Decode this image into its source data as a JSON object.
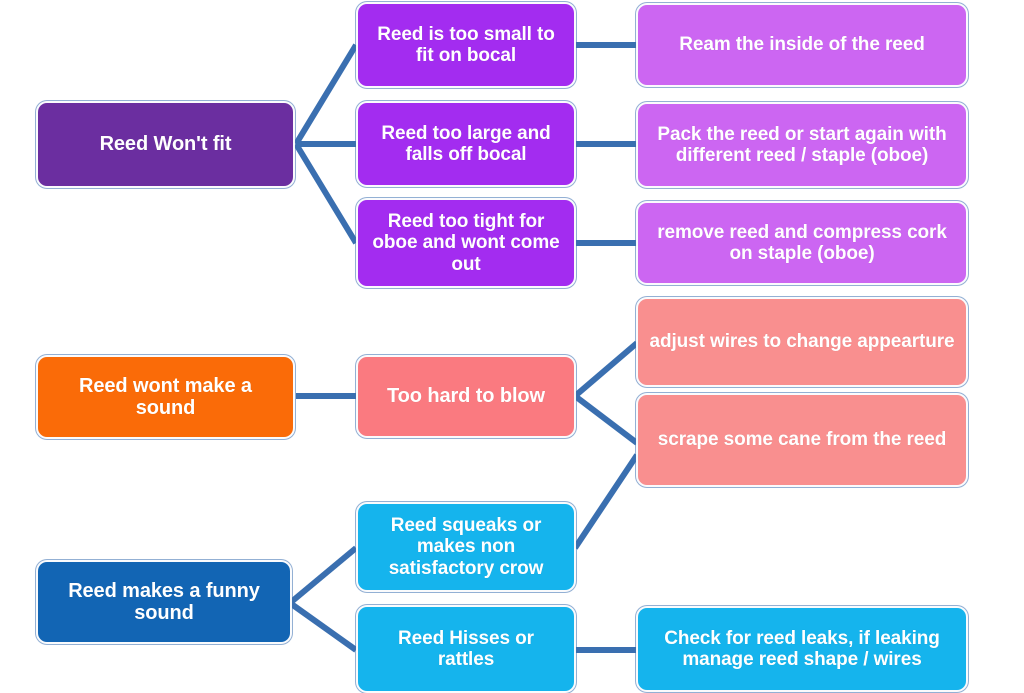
{
  "diagram": {
    "title": "Reed troubleshooting flowchart",
    "type": "flowchart",
    "colors": {
      "purple_dark": "#6B2EA0",
      "purple_mid": "#A32CF0",
      "orchid": "#CC66F2",
      "orange": "#FA6B08",
      "salmon": "#FA7A80",
      "salmon_light": "#F98F8F",
      "blue_dark": "#1265B4",
      "cyan": "#15B4ED",
      "connector": "#3A6FB0",
      "background": "#FFFFFF"
    },
    "branches": [
      {
        "id": "wont-fit",
        "problem": {
          "id": "p1",
          "label": "Reed Won't fit",
          "color": "purple_dark"
        },
        "symptoms": [
          {
            "id": "s1",
            "label": "Reed is too small to fit on bocal",
            "color": "purple_mid",
            "solutions": [
              {
                "id": "a1",
                "label": "Ream the inside of the reed",
                "color": "orchid"
              }
            ]
          },
          {
            "id": "s2",
            "label": "Reed too large and falls off bocal",
            "color": "purple_mid",
            "solutions": [
              {
                "id": "a2",
                "label": "Pack the reed or start again with different reed / staple (oboe)",
                "color": "orchid"
              }
            ]
          },
          {
            "id": "s3",
            "label": "Reed too tight for oboe and wont come out",
            "color": "purple_mid",
            "solutions": [
              {
                "id": "a3",
                "label": "remove reed and compress cork on staple (oboe)",
                "color": "orchid"
              }
            ]
          }
        ]
      },
      {
        "id": "no-sound",
        "problem": {
          "id": "p2",
          "label": "Reed wont make a sound",
          "color": "orange"
        },
        "symptoms": [
          {
            "id": "s4",
            "label": "Too hard to blow",
            "color": "salmon",
            "solutions": [
              {
                "id": "a4",
                "label": "adjust wires to change appearture",
                "color": "salmon_light"
              },
              {
                "id": "a5",
                "label": "scrape some cane from the reed",
                "color": "salmon_light"
              }
            ]
          }
        ]
      },
      {
        "id": "funny-sound",
        "problem": {
          "id": "p3",
          "label": "Reed makes a funny sound",
          "color": "blue_dark"
        },
        "symptoms": [
          {
            "id": "s5",
            "label": "Reed squeaks or makes non satisfactory crow",
            "color": "cyan",
            "solutions": [
              {
                "id": "a5",
                "label": "scrape some cane from the reed",
                "color": "salmon_light"
              }
            ]
          },
          {
            "id": "s6",
            "label": "Reed Hisses or rattles",
            "color": "cyan",
            "solutions": [
              {
                "id": "a6",
                "label": "Check for reed leaks, if leaking manage reed shape / wires",
                "color": "cyan"
              }
            ]
          }
        ]
      }
    ],
    "nodes": {
      "problem_wont_fit": "Reed Won't fit",
      "problem_no_sound": "Reed wont make a sound",
      "problem_funny_sound": "Reed makes a funny sound",
      "sym_too_small": "Reed is too small to fit on bocal",
      "sym_too_large": "Reed too large and falls off bocal",
      "sym_too_tight": "Reed too tight for oboe and wont come out",
      "sym_too_hard": "Too hard to blow",
      "sym_squeaks": "Reed squeaks or makes non satisfactory crow",
      "sym_hisses": "Reed Hisses or rattles",
      "sol_ream": "Ream the inside of the reed",
      "sol_pack": "Pack the reed or start again with different reed / staple (oboe)",
      "sol_compress": "remove reed and compress cork on staple (oboe)",
      "sol_wires": "adjust wires to change appearture",
      "sol_scrape": "scrape some cane from the reed",
      "sol_leaks": "Check for reed leaks, if leaking manage reed shape / wires"
    }
  }
}
